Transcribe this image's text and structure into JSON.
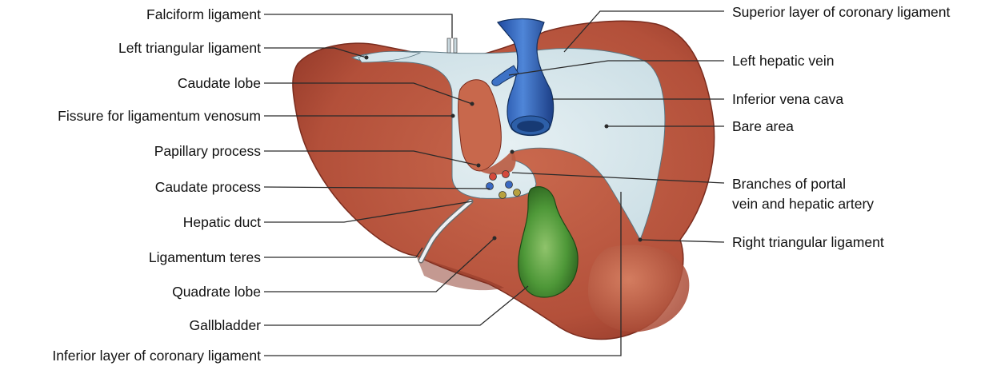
{
  "labels_left": [
    {
      "id": "falciform-ligament",
      "text": "Falciform ligament"
    },
    {
      "id": "left-triangular-ligament",
      "text": "Left triangular ligament"
    },
    {
      "id": "caudate-lobe",
      "text": "Caudate lobe"
    },
    {
      "id": "fissure-ligamentum-venosum",
      "text": "Fissure for ligamentum venosum"
    },
    {
      "id": "papillary-process",
      "text": "Papillary process"
    },
    {
      "id": "caudate-process",
      "text": "Caudate process"
    },
    {
      "id": "hepatic-duct",
      "text": "Hepatic duct"
    },
    {
      "id": "ligamentum-teres",
      "text": "Ligamentum teres"
    },
    {
      "id": "quadrate-lobe",
      "text": "Quadrate lobe"
    },
    {
      "id": "gallbladder",
      "text": "Gallbladder"
    },
    {
      "id": "inferior-coronary-ligament",
      "text": "Inferior layer of coronary ligament"
    }
  ],
  "labels_right": [
    {
      "id": "superior-coronary-ligament",
      "text": "Superior layer of coronary ligament"
    },
    {
      "id": "left-hepatic-vein",
      "text": "Left hepatic vein"
    },
    {
      "id": "inferior-vena-cava",
      "text": "Inferior vena cava"
    },
    {
      "id": "bare-area",
      "text": "Bare area"
    },
    {
      "id": "branches-portal-vein-line1",
      "text": "Branches of portal"
    },
    {
      "id": "branches-portal-vein-line2",
      "text": "vein and hepatic artery"
    },
    {
      "id": "right-triangular-ligament",
      "text": "Right triangular ligament"
    }
  ],
  "colors": {
    "liver": "#b5503a",
    "liver_shadow": "#8c3424",
    "liver_highlight": "#d2765c",
    "peritoneal_reflection": "#d8e8ee",
    "vena_cava": "#2f63b8",
    "vena_cava_dark": "#1d3f80",
    "gallbladder": "#4f9a3a",
    "gallbladder_dark": "#2f6a24",
    "duct": "#e9edf2",
    "leader_line": "#2a2a2a"
  }
}
